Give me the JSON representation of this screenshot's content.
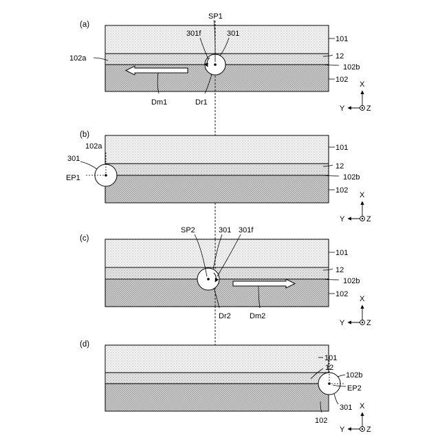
{
  "panels": [
    {
      "label": "(a)",
      "layers": {
        "top": "101",
        "middle": "12",
        "bottom": "102"
      },
      "callouts": {
        "boundary_left": "102a",
        "boundary_right": "102b",
        "start_point": "SP1",
        "tool": "301",
        "tool_face": "301f",
        "rotation": "Dr1",
        "movement": "Dm1"
      }
    },
    {
      "label": "(b)",
      "layers": {
        "top": "101",
        "middle": "12",
        "bottom": "102"
      },
      "callouts": {
        "boundary_left": "102a",
        "boundary_right": "102b",
        "tool": "301",
        "end_point": "EP1"
      }
    },
    {
      "label": "(c)",
      "layers": {
        "top": "101",
        "middle": "12",
        "bottom": "102"
      },
      "callouts": {
        "boundary_right": "102b",
        "start_point": "SP2",
        "tool": "301",
        "tool_face": "301f",
        "rotation": "Dr2",
        "movement": "Dm2"
      }
    },
    {
      "label": "(d)",
      "layers": {
        "top": "101",
        "middle": "12",
        "bottom": "102"
      },
      "callouts": {
        "boundary_right": "102b",
        "tool": "301",
        "end_point": "EP2"
      }
    }
  ],
  "axes": {
    "x": "X",
    "y": "Y",
    "z": "Z"
  },
  "colors": {
    "layer_101": "#e9e9e9",
    "layer_12": "#dcdcdc",
    "layer_102": "#c4c4c4",
    "outline": "#000000"
  }
}
